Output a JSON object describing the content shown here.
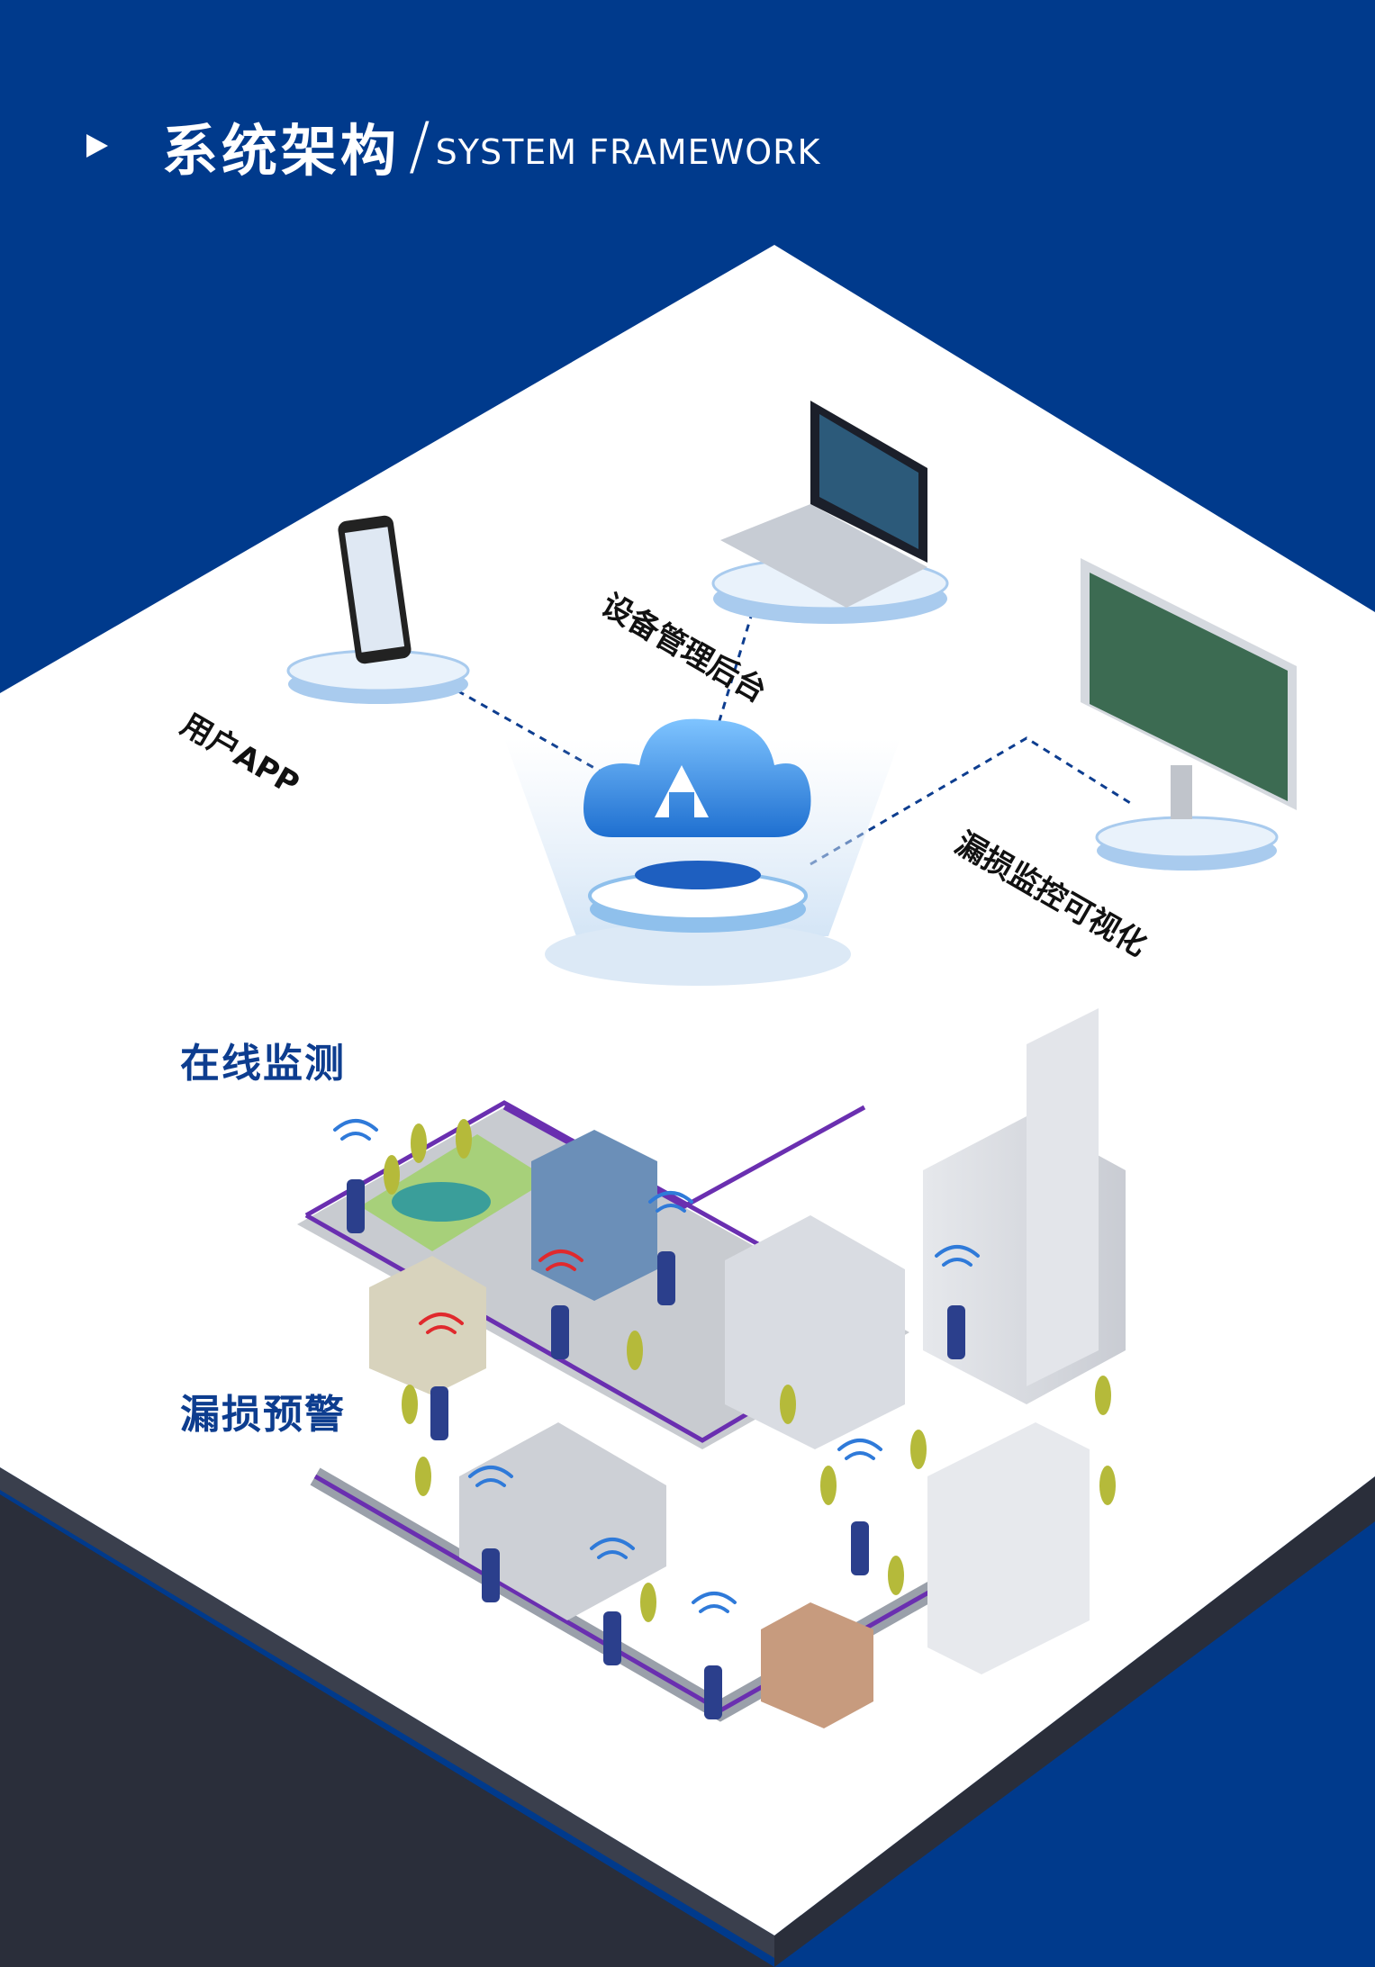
{
  "header": {
    "title_cn": "系统架构",
    "separator": "/",
    "title_en": "SYSTEM FRAMEWORK"
  },
  "nodes": {
    "user_app": "用户APP",
    "device_admin": "设备管理后台",
    "leak_visual": "漏损监控可视化"
  },
  "sections": {
    "online_monitoring": "在线监测",
    "leak_warning": "漏损预警"
  },
  "colors": {
    "background": "#003a8c",
    "platform": "#ffffff",
    "platform_edge": "#1f2433",
    "accent_blue": "#2f7ad9",
    "pipe_purple": "#6a2fb0",
    "road": "#9aa0aa",
    "alert_red": "#e0292d"
  }
}
